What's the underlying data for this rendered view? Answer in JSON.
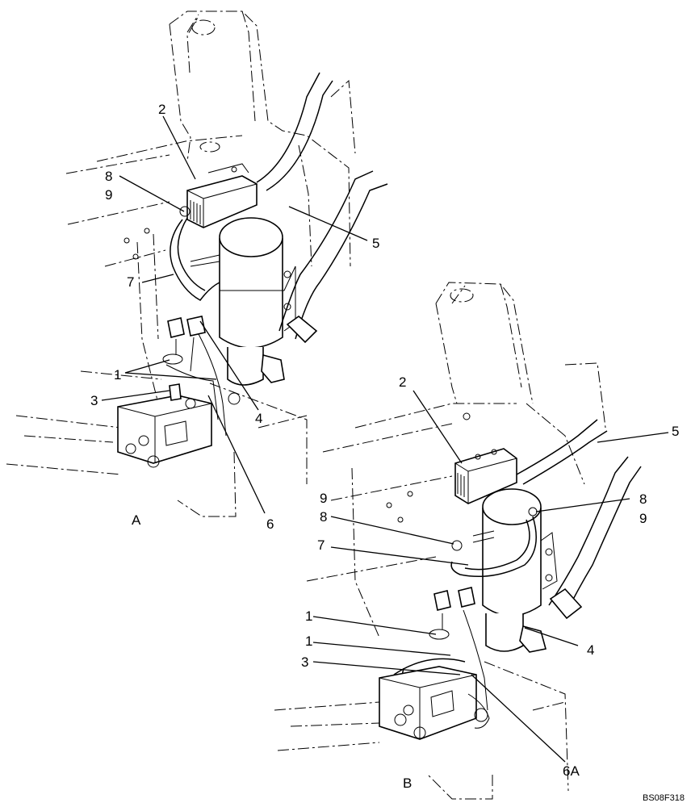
{
  "figure_code": "BS08F318",
  "views": [
    {
      "id": "A",
      "caption": "A",
      "callouts": [
        "2",
        "8",
        "9",
        "5",
        "7",
        "1",
        "3",
        "4",
        "6"
      ]
    },
    {
      "id": "B",
      "caption": "B",
      "callouts": [
        "2",
        "5",
        "9",
        "8",
        "8",
        "9",
        "7",
        "1",
        "4",
        "1",
        "3",
        "6A"
      ]
    }
  ]
}
